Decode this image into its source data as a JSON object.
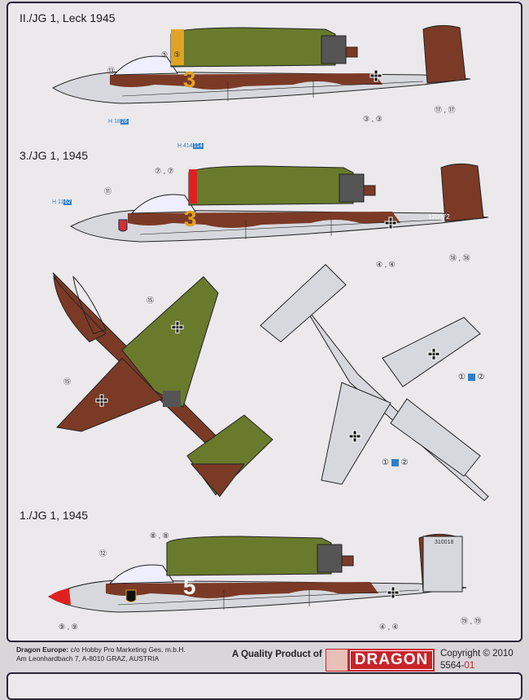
{
  "profiles": [
    {
      "title": "II./JG 1, Leck 1945",
      "number": "3",
      "callouts": [
        "⑬",
        "⑤ , ⑤",
        "③ , ③",
        "⑰ , ⑰"
      ],
      "stencil": {
        "prefix": "H",
        "a": "18",
        "b": "26"
      }
    },
    {
      "title": "3./JG 1, 1945",
      "number": "3",
      "serial": "120072",
      "callouts": [
        "⑪",
        "⑦ , ⑦",
        "④ , ④",
        "⑱ , ⑱"
      ],
      "stencils": [
        {
          "prefix": "H",
          "a": "414",
          "b": "114"
        },
        {
          "prefix": "H",
          "a": "11",
          "b": "62"
        }
      ]
    },
    {
      "title": "1./JG 1, 1945",
      "number": "5",
      "serial": "310018",
      "callouts": [
        "⑫",
        "⑧ , ⑧",
        "⑨ , ⑨",
        "④ , ④",
        "⑲ , ⑲"
      ]
    }
  ],
  "top_view": {
    "callouts": [
      "⑮",
      "⑮"
    ]
  },
  "bottom_view": {
    "callouts": [
      {
        "a": "①",
        "b": "②"
      },
      {
        "a": "①",
        "b": "②"
      }
    ]
  },
  "footer": {
    "company_bold": "Dragon Europe:",
    "company_line1": "c/o Hobby Pro Marketing Ges. m.b.H.",
    "company_line2": "Am Leonhardbach 7, A-8010 GRAZ, AUSTRIA",
    "quality": "A Quality Product of",
    "brand": "DRAGON",
    "copyright": "Copyright © 2010",
    "code": "5564-",
    "code_suffix": "01"
  },
  "colors": {
    "brown": "#7b3a26",
    "green": "#6a7a2c",
    "grey": "#d7d8dd",
    "yellow": "#e0a323",
    "red": "#e02020",
    "blue": "#2f7fc8"
  }
}
